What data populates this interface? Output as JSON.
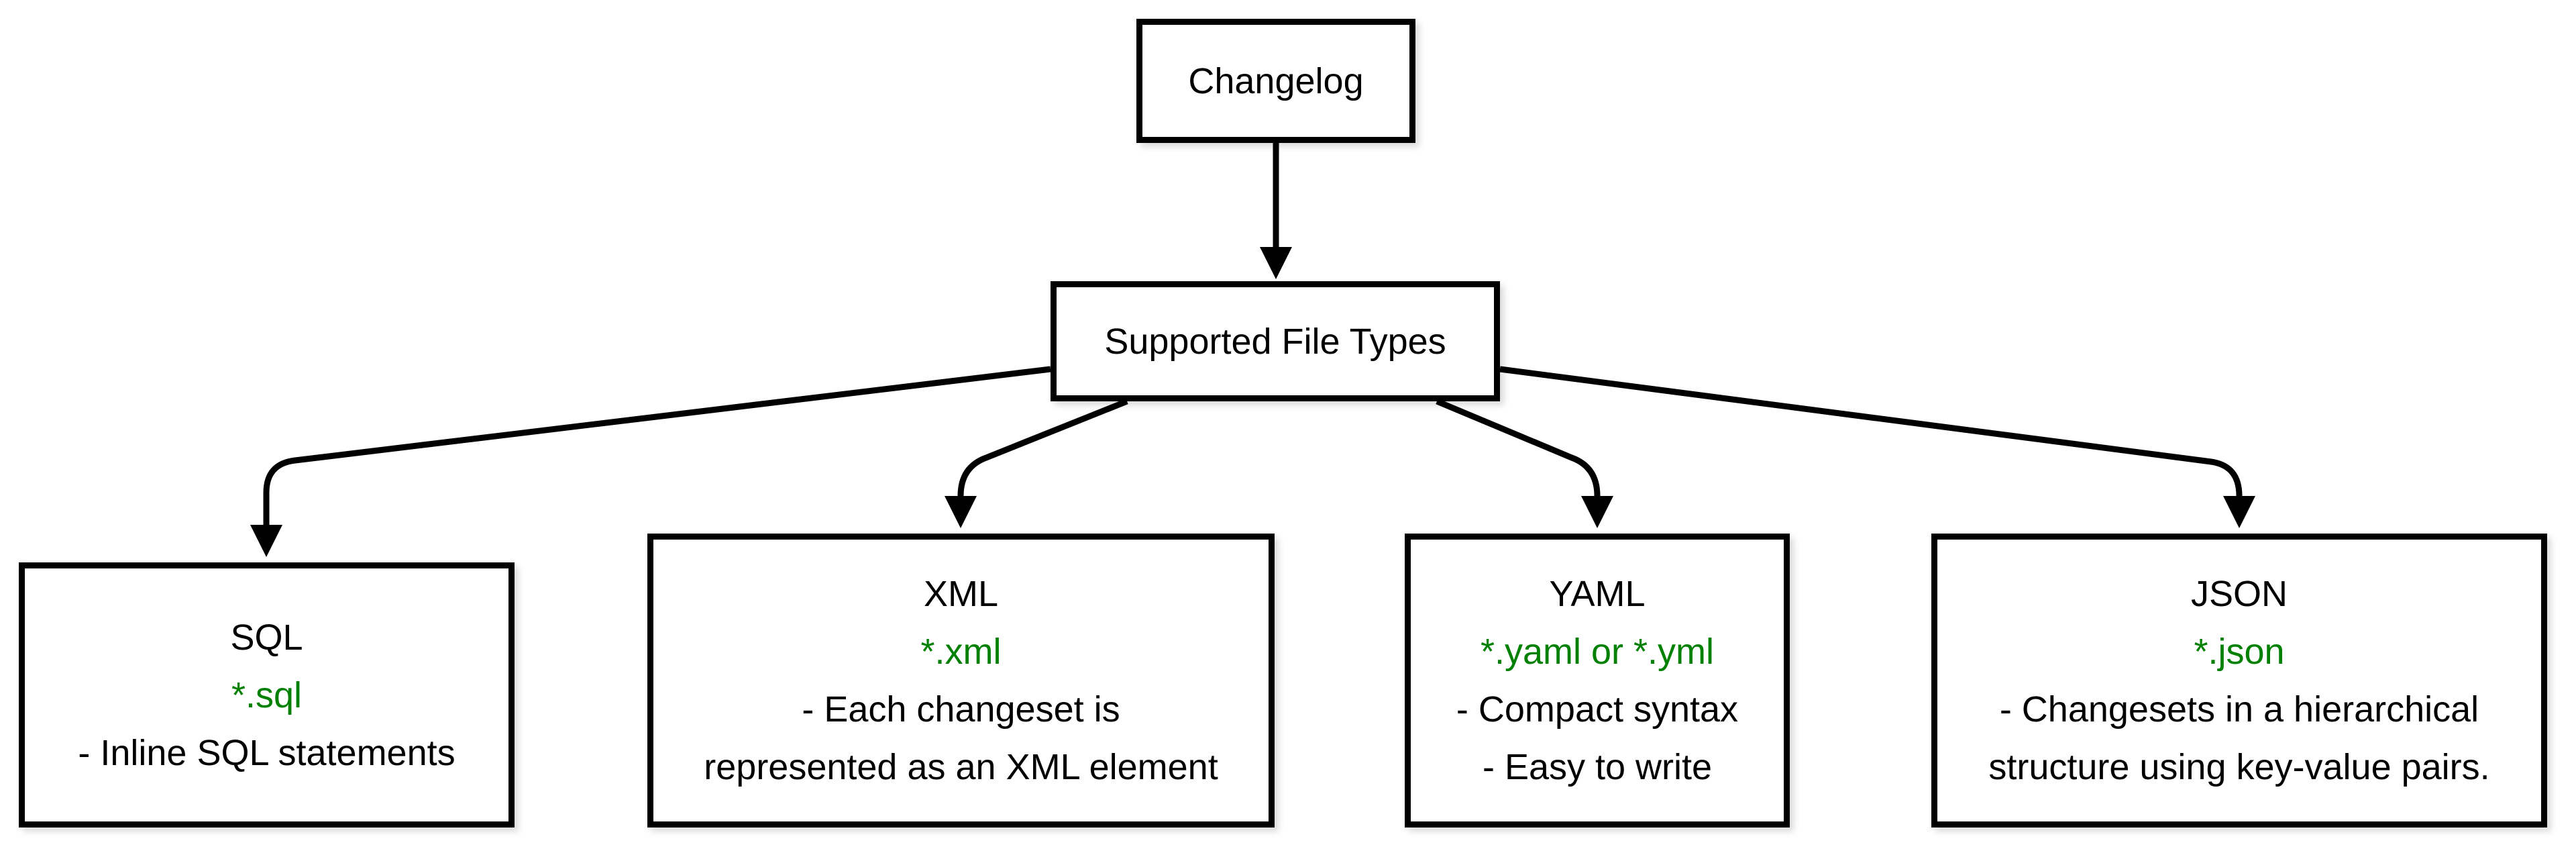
{
  "diagram": {
    "colors": {
      "background": "#ffffff",
      "stroke": "#000000",
      "text": "#000000",
      "accent_green": "#008000"
    },
    "root_node": {
      "label": "Changelog"
    },
    "hub_node": {
      "label": "Supported File Types"
    },
    "file_type_nodes": [
      {
        "title": "SQL",
        "pattern": "*.sql",
        "notes": [
          "- Inline SQL statements"
        ]
      },
      {
        "title": "XML",
        "pattern": "*.xml",
        "notes": [
          "- Each changeset is",
          "represented as an XML element"
        ]
      },
      {
        "title": "YAML",
        "pattern": "*.yaml or *.yml",
        "notes": [
          "- Compact syntax",
          "- Easy to write"
        ]
      },
      {
        "title": "JSON",
        "pattern": "*.json",
        "notes": [
          "- Changesets in a hierarchical",
          "structure using key-value pairs."
        ]
      }
    ],
    "edges": [
      {
        "from": "Changelog",
        "to": "Supported File Types"
      },
      {
        "from": "Supported File Types",
        "to": "SQL"
      },
      {
        "from": "Supported File Types",
        "to": "XML"
      },
      {
        "from": "Supported File Types",
        "to": "YAML"
      },
      {
        "from": "Supported File Types",
        "to": "JSON"
      }
    ]
  }
}
